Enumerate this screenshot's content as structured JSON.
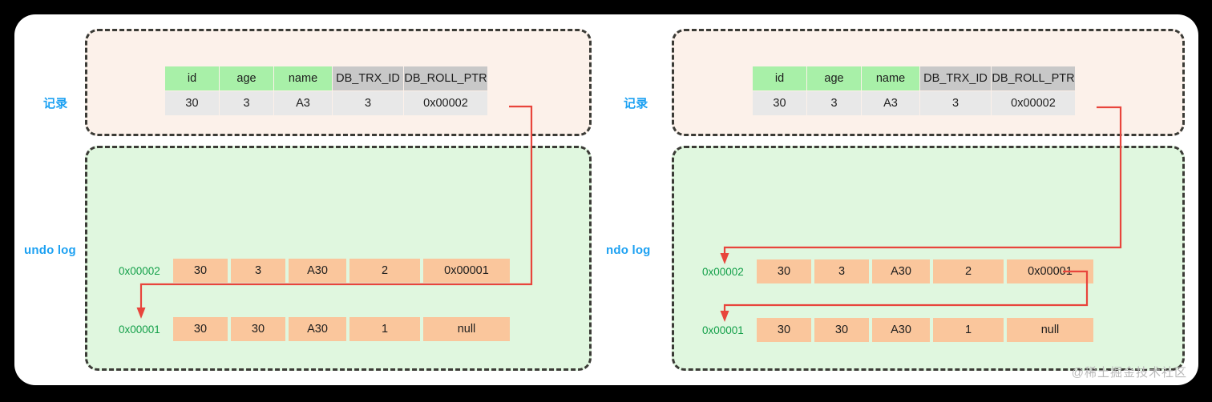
{
  "watermark": "@稀土掘金技术社区",
  "colors": {
    "page_background": "#000000",
    "card_background": "#ffffff",
    "record_box_fill": "#fcf1ea",
    "undo_box_fill": "#e0f7df",
    "header_green": "#a8f0a8",
    "header_gray": "#c8c8c8",
    "value_gray": "#e8e8e8",
    "undo_cell_orange": "#fac69c",
    "label_blue": "#1da1f2",
    "address_green": "#14a04a",
    "connector_red": "#e8453c",
    "dash_border": "#3b3b36"
  },
  "panels": [
    {
      "id": "panel-left",
      "record_label": "记录",
      "undo_label": "undo log",
      "record_table": {
        "headers": [
          "id",
          "age",
          "name",
          "DB_TRX_ID",
          "DB_ROLL_PTR"
        ],
        "header_styles": [
          "green",
          "green",
          "green",
          "gray",
          "gray"
        ],
        "row": [
          "30",
          "3",
          "A3",
          "3",
          "0x00002"
        ]
      },
      "undo_rows": [
        {
          "address": "0x00002",
          "cells": [
            "30",
            "3",
            "A30",
            "2",
            "0x00001"
          ]
        },
        {
          "address": "0x00001",
          "cells": [
            "30",
            "30",
            "A30",
            "1",
            "null"
          ]
        }
      ]
    },
    {
      "id": "panel-right",
      "record_label": "记录",
      "undo_label": "ndo log",
      "record_table": {
        "headers": [
          "id",
          "age",
          "name",
          "DB_TRX_ID",
          "DB_ROLL_PTR"
        ],
        "header_styles": [
          "green",
          "green",
          "green",
          "gray",
          "gray"
        ],
        "row": [
          "30",
          "3",
          "A3",
          "3",
          "0x00002"
        ]
      },
      "undo_rows": [
        {
          "address": "0x00002",
          "cells": [
            "30",
            "3",
            "A30",
            "2",
            "0x00001"
          ]
        },
        {
          "address": "0x00001",
          "cells": [
            "30",
            "30",
            "A30",
            "1",
            "null"
          ]
        }
      ]
    }
  ]
}
